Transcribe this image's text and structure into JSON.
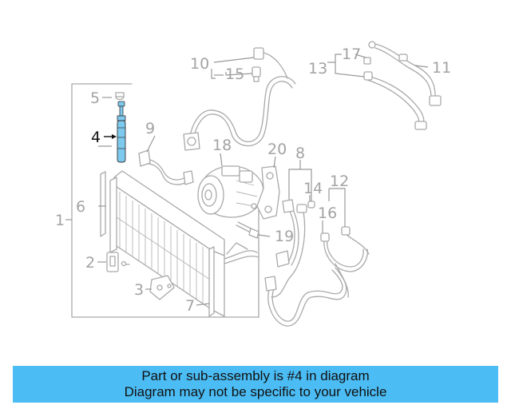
{
  "callouts": {
    "c1": "1",
    "c2": "2",
    "c3": "3",
    "c4": "4",
    "c5": "5",
    "c6": "6",
    "c7": "7",
    "c8": "8",
    "c9": "9",
    "c10": "10",
    "c11": "11",
    "c12": "12",
    "c13": "13",
    "c14": "14",
    "c15": "15",
    "c16": "16",
    "c17": "17",
    "c18": "18",
    "c19": "19",
    "c20": "20"
  },
  "highlight_part": "4",
  "colors": {
    "highlight_part": "#7ec9ee",
    "caption_bg": "#4bbcf4",
    "line_art": "#a9a9a9"
  },
  "caption": {
    "line1": "Part or sub-assembly is #4 in diagram",
    "line2": "Diagram may not be specific to your vehicle"
  }
}
